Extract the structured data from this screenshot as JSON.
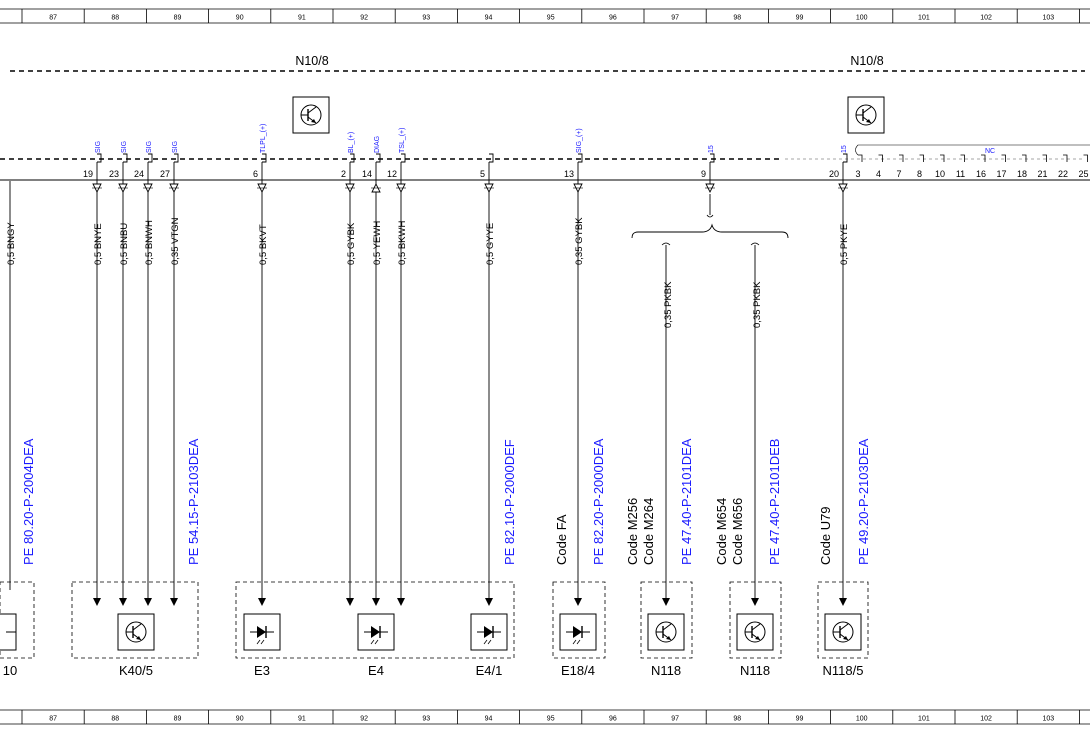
{
  "ruler": [
    "87",
    "88",
    "89",
    "90",
    "91",
    "92",
    "93",
    "94",
    "95",
    "96",
    "97",
    "98",
    "99",
    "100",
    "101",
    "102",
    "103"
  ],
  "module_labels": [
    "N10/8",
    "N10/8"
  ],
  "nc_label": "NC",
  "edge_wire_left": "0,5 BNGY",
  "pins": [
    {
      "num": "19",
      "sig": "SIG",
      "wire": "0,5 BNYE",
      "dir": "in"
    },
    {
      "num": "23",
      "sig": "SIG",
      "wire": "0,5 BNBU",
      "dir": "in"
    },
    {
      "num": "24",
      "sig": "SIG",
      "wire": "0,5 BNWH",
      "dir": "in"
    },
    {
      "num": "27",
      "sig": "SIG",
      "wire": "0,35 VTGN",
      "dir": "in"
    },
    {
      "num": "6",
      "sig": "TLPL_(+)",
      "wire": "0,5 BKVT",
      "dir": "in"
    },
    {
      "num": "2",
      "sig": "BL_(+)",
      "wire": "0,5 GYBK",
      "dir": "in"
    },
    {
      "num": "14",
      "sig": "DIAG",
      "wire": "0,5 YEWH",
      "dir": "out"
    },
    {
      "num": "12",
      "sig": "TSL_(+)",
      "wire": "0,5 BKWH",
      "dir": "in"
    },
    {
      "num": "5",
      "sig": "",
      "wire": "0,5 GYYE",
      "dir": "in"
    },
    {
      "num": "13",
      "sig": "SIG_(+)",
      "wire": "0,35 GYBK",
      "dir": "in"
    },
    {
      "num": "9",
      "sig": "15",
      "wire": "",
      "dir": "in"
    },
    {
      "num": "20",
      "sig": "15",
      "wire": "0,5 PKYE",
      "dir": "in"
    }
  ],
  "nc_pins": [
    "3",
    "4",
    "7",
    "8",
    "10",
    "11",
    "16",
    "17",
    "18",
    "21",
    "22",
    "25"
  ],
  "branch_wires": [
    "0,35 PKBK",
    "0,35 PKBK"
  ],
  "pe_refs": [
    "PE 80.20-P-2004DEA",
    "PE 54.15-P-2103DEA",
    "PE 82.10-P-2000DEF",
    "PE 82.20-P-2000DEA",
    "PE 47.40-P-2101DEA",
    "PE 47.40-P-2101DEB",
    "PE 49.20-P-2103DEA"
  ],
  "codes": [
    {
      "lines": [
        "Code FA"
      ]
    },
    {
      "lines": [
        "Code M256",
        "Code M264"
      ]
    },
    {
      "lines": [
        "Code M654",
        "Code M656"
      ]
    },
    {
      "lines": [
        "Code U79"
      ]
    }
  ],
  "components": [
    "10",
    "K40/5",
    "E3",
    "E4",
    "E4/1",
    "E18/4",
    "N118",
    "N118",
    "N118/5"
  ],
  "colors": {
    "line": "#000000",
    "reference": "#1a1aff"
  }
}
